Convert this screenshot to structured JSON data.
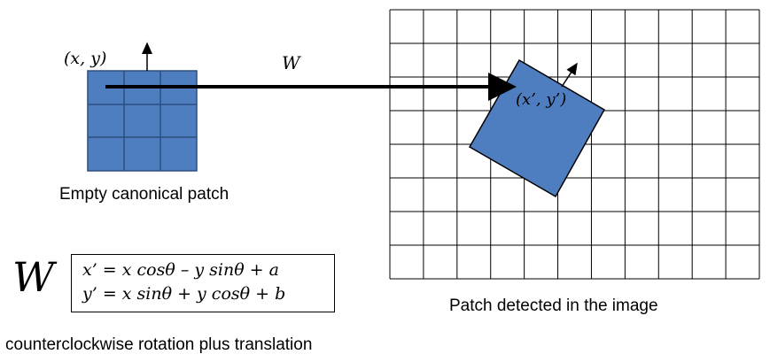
{
  "source_point_label": "(x, y)",
  "target_point_label": "(x’, y’)",
  "warp_label": "W",
  "canonical_patch_caption": "Empty canonical patch",
  "detected_patch_caption": "Patch detected in the image",
  "transform_symbol": "W",
  "equations": [
    "x’ = x cosθ – y sinθ + a",
    "y’ = x sinθ + y cosθ + b"
  ],
  "rotation_caption": "counterclockwise rotation plus translation",
  "colors": {
    "patch_fill": "#4f7ec0",
    "patch_grid": "#2d4f7f",
    "grid_line": "#000000"
  }
}
